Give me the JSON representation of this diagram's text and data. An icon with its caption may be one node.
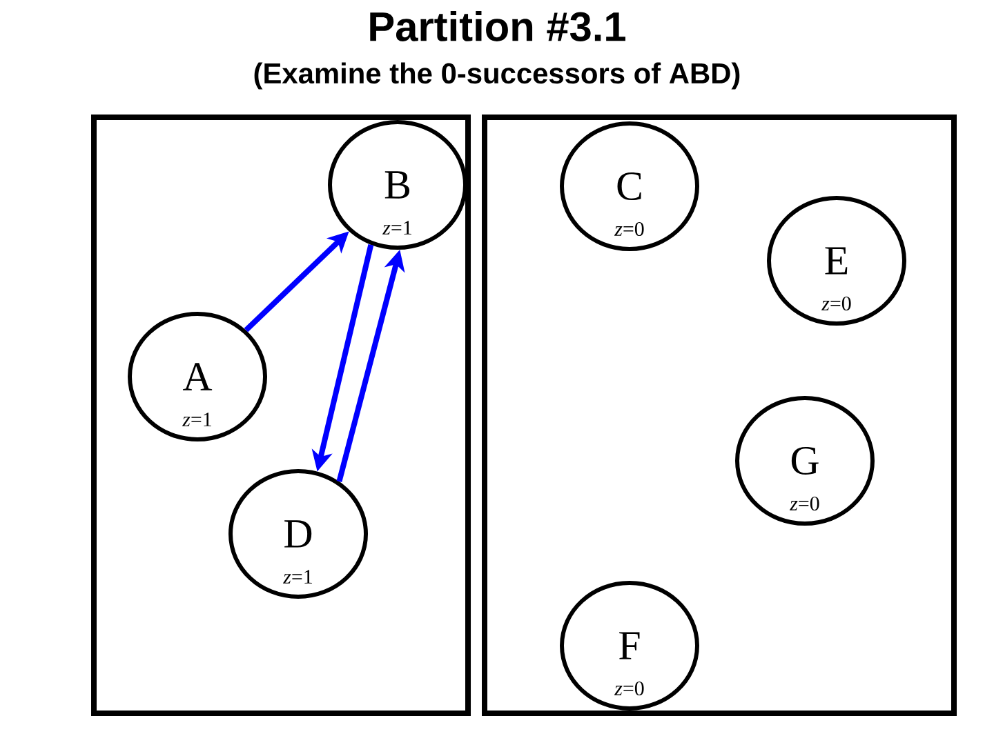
{
  "diagram": {
    "title": "Partition #3.1",
    "nodes": [
      {
        "text": [],
        "shape": "box"
      },
      {
        "text": [
          "B",
          "*z*=1"
        ],
        "in": 0
      },
      {
        "text": [
          "A",
          "*z*=1"
        ],
        "in": 0
      },
      {
        "text": [
          "D",
          "*z*=1"
        ],
        "in": 0
      },
      {
        "text": [],
        "shape": "box"
      },
      {
        "text": [
          "C",
          "*z*=0"
        ],
        "in": 4
      },
      {
        "text": [
          "E",
          "*z*=0"
        ],
        "in": 4
      },
      {
        "text": [
          "G",
          "*z*=0"
        ],
        "in": 4
      },
      {
        "text": [
          "F",
          "*z*=0"
        ],
        "in": 4
      }
    ],
    "edges": [
      {
        "from": 2,
        "to": 1,
        "arrow": "to"
      },
      {
        "from": 1,
        "to": 3,
        "arrow": "to"
      },
      {
        "from": 3,
        "to": 1,
        "arrow": "to"
      }
    ],
    "labels": [
      "(Examine the 0-successors of ABD)"
    ]
  }
}
